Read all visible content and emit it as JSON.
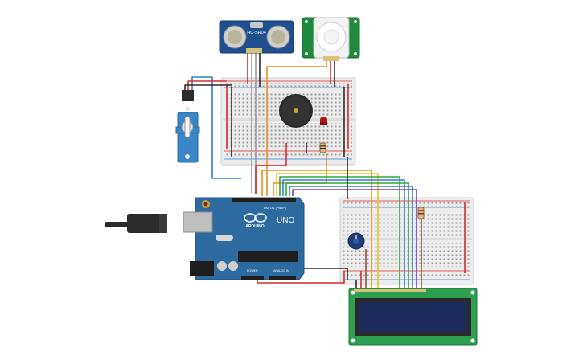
{
  "ultrasonic": {
    "label": "HC-SR04"
  },
  "arduino": {
    "brand": "ARDUINO",
    "model": "UNO",
    "digital_header": "DIGITAL (PWM~)",
    "power_header": "POWER",
    "analog_header": "ANALOG IN"
  },
  "colors": {
    "wire_red": "#d62c2c",
    "wire_black": "#2b2b2b",
    "wire_orange": "#f08c1f",
    "wire_yellow": "#f0c419",
    "wire_green": "#2fa83a",
    "wire_blue": "#2f7fd6",
    "wire_purple": "#7a3fb8",
    "wire_gray": "#9a9a9a",
    "wire_brown": "#8a5a2b",
    "arduino_board": "#2c6aa0",
    "sensor_board": "#1f4f8f",
    "pir_board": "#1f8a3c",
    "lcd_board": "#2e9e4f",
    "lcd_screen": "#1d2a5c",
    "breadboard": "#ececec"
  }
}
